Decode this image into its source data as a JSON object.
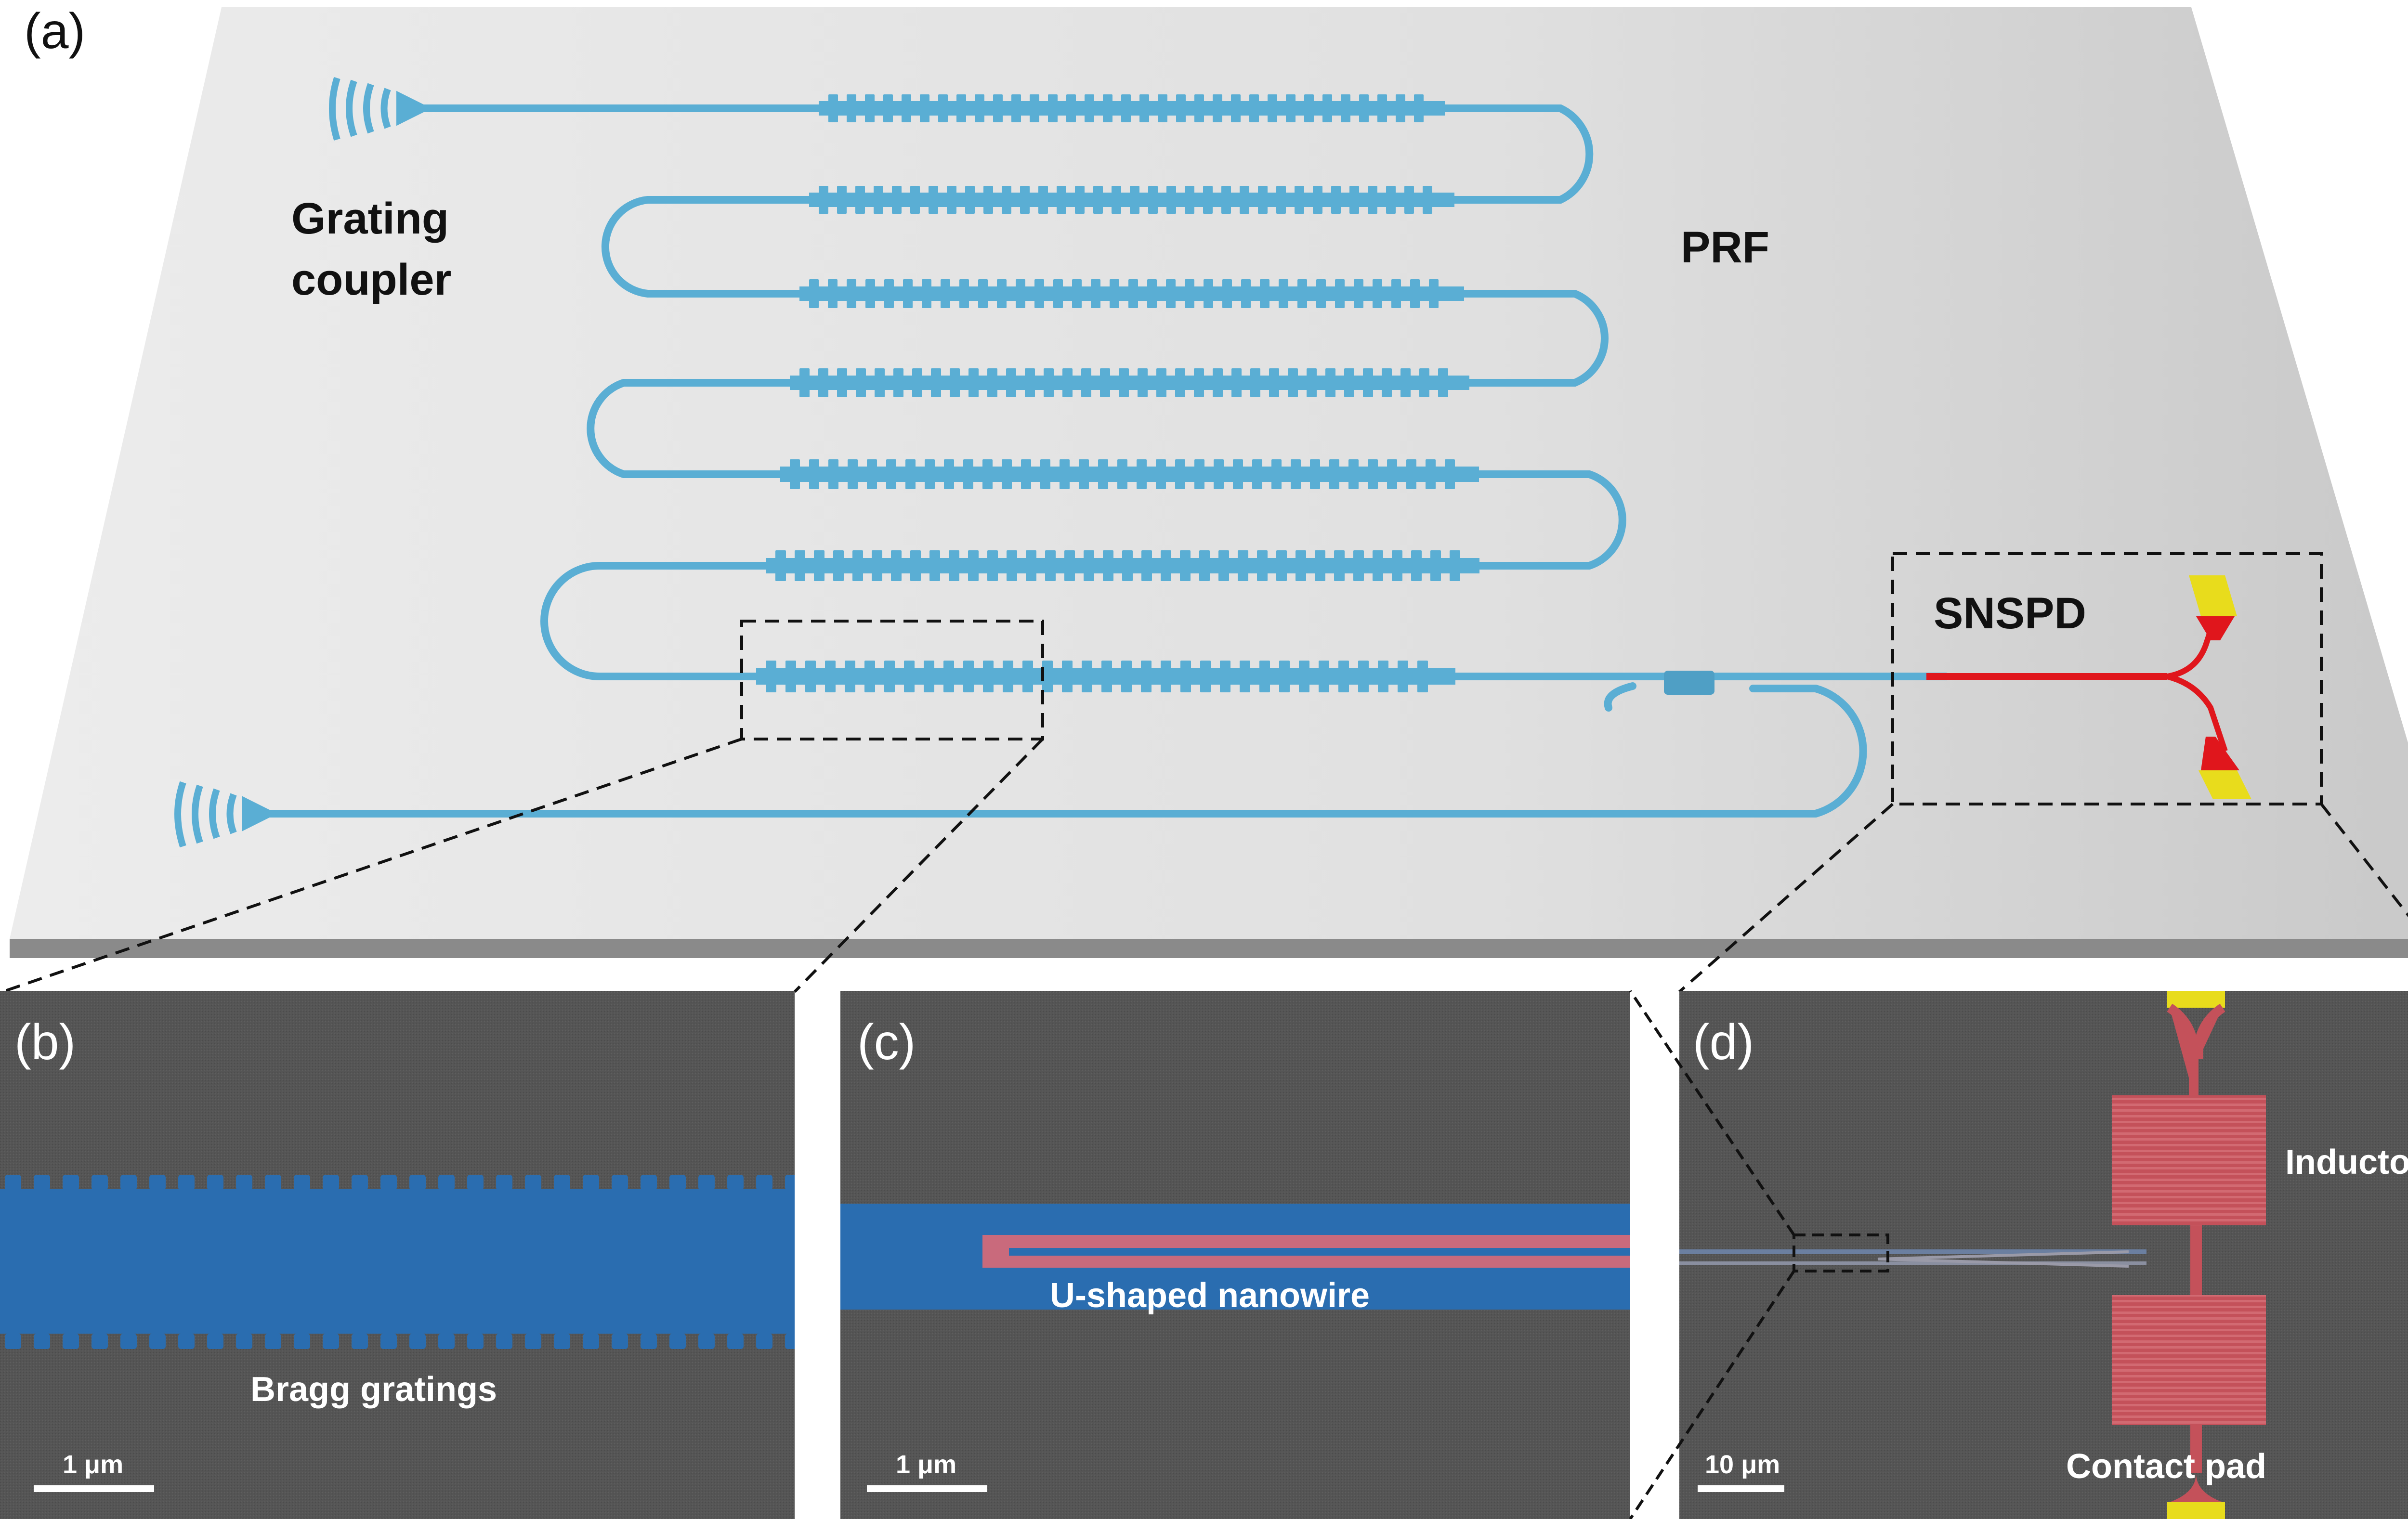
{
  "panels": {
    "a": {
      "letter": "(a)",
      "grating_coupler": [
        "Grating",
        "coupler"
      ],
      "prf": "PRF",
      "snspd": "SNSPD"
    },
    "b": {
      "letter": "(b)",
      "caption": "Bragg gratings",
      "scale": "1 μm"
    },
    "c": {
      "letter": "(c)",
      "caption": "U-shaped nanowire",
      "scale": "1 μm"
    },
    "d": {
      "letter": "(d)",
      "inductor": "Inductor",
      "contact_pad": "Contact pad",
      "scale": "10 μm"
    }
  },
  "colors": {
    "waveguide": "#5aaed4",
    "nanowire": "#e0161c",
    "pad": "#e8dc1c",
    "substrate": "#e3e3e3",
    "sem_background": "#545454",
    "sem_waveguide": "#2a6db0",
    "sem_nanowire": "#c96a7c",
    "sem_inductor": "#c44a52"
  }
}
